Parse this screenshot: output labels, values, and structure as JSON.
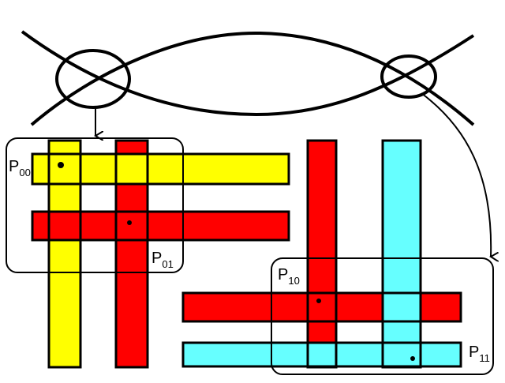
{
  "colors": {
    "yellow": "#ffff00",
    "red": "#ff0000",
    "cyan": "#66ffff",
    "stroke": "#000000",
    "background": "#ffffff"
  },
  "labels": {
    "p00": {
      "main": "P",
      "sub": "00"
    },
    "p01": {
      "main": "P",
      "sub": "01"
    },
    "p10": {
      "main": "P",
      "sub": "10"
    },
    "p11": {
      "main": "P",
      "sub": "11"
    }
  }
}
